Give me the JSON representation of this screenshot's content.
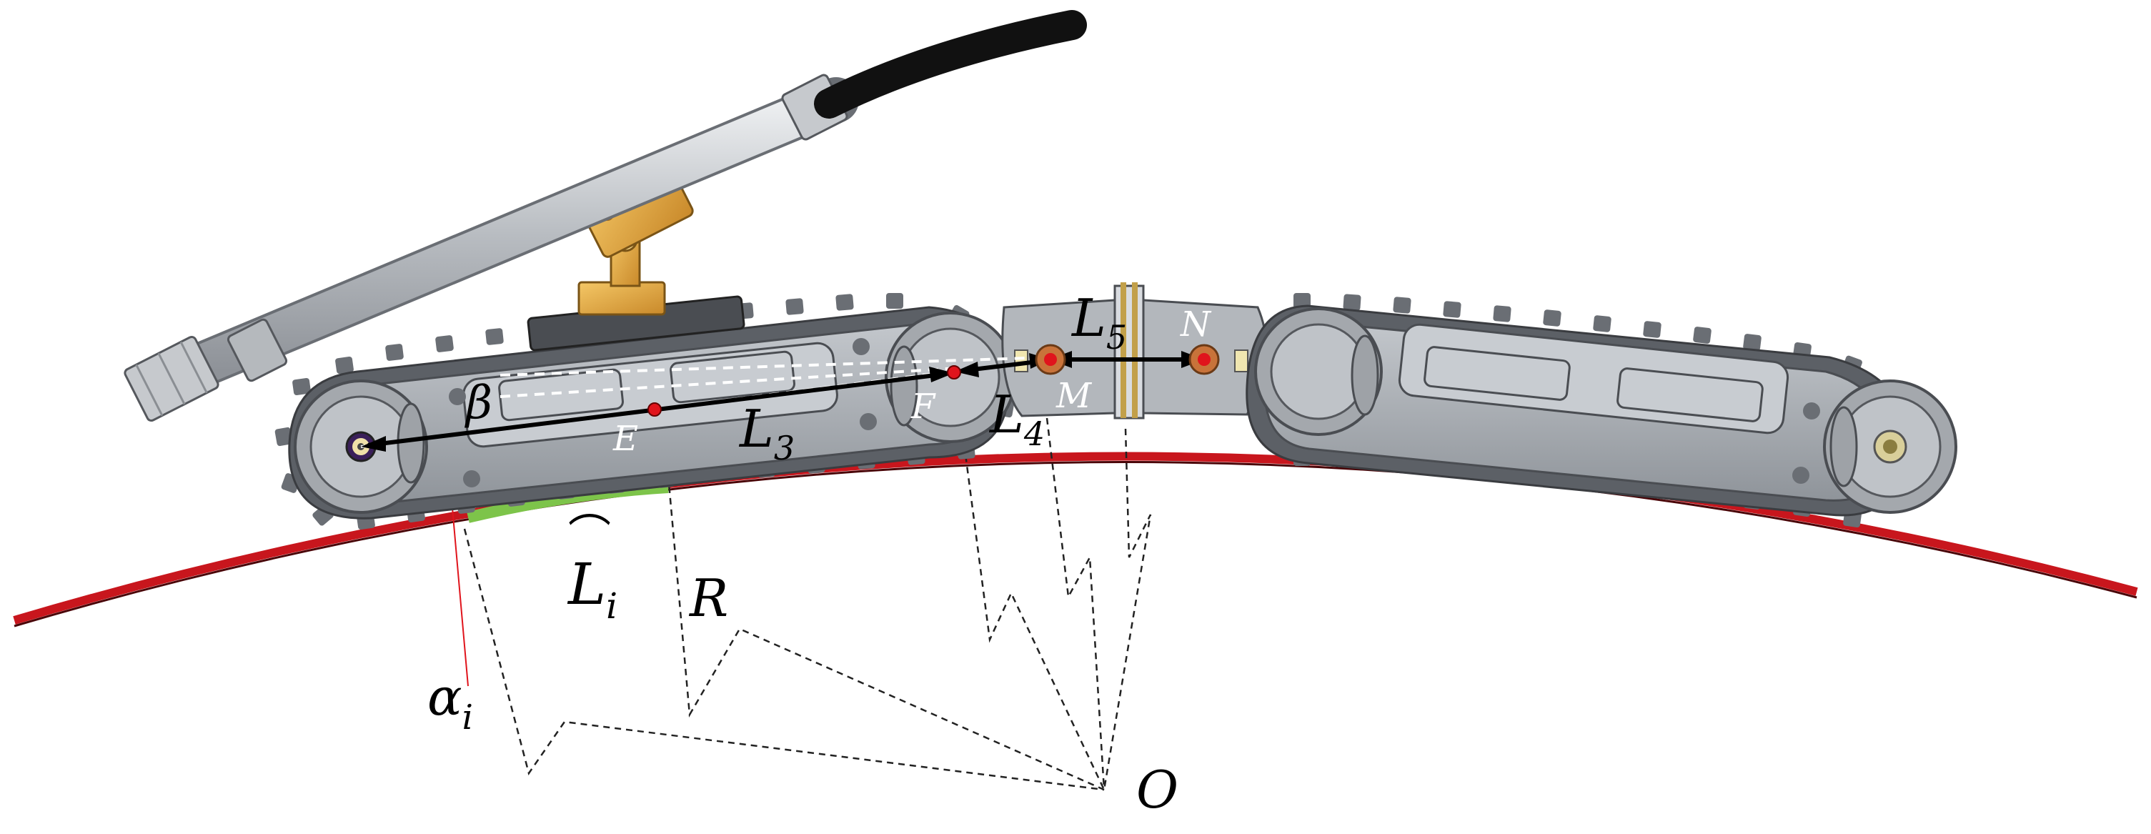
{
  "labels": {
    "beta": "β",
    "E": "E",
    "F": "F",
    "M": "M",
    "N": "N",
    "L3_main": "L",
    "L3_sub": "3",
    "L4_main": "L",
    "L4_sub": "4",
    "L5_main": "L",
    "L5_sub": "5",
    "Li_main": "L",
    "Li_sub": "i",
    "arc_mark": "⌒",
    "R": "R",
    "alpha_main": "α",
    "alpha_sub": "i",
    "O": "O"
  },
  "colors": {
    "ground_arc": "#c8161d",
    "contact_arc": "#7dc44a",
    "robot_body": "#a9adb3",
    "robot_dark": "#4a4d52",
    "track": "#5c6066",
    "mount": "#e2a63b",
    "arm": "#c9ccd0",
    "cable": "#111111",
    "joint_red": "#e0141c",
    "joint_orange": "#c8733a",
    "dimension": "#000000",
    "dashed": "#222222",
    "helper_dashed": "#ffffff",
    "alpha_line": "#e0141c"
  },
  "icons": {
    "left_hub": "bolt-hub-icon",
    "right_hub": "bolt-hub-icon",
    "joint": "pivot-joint-icon"
  }
}
